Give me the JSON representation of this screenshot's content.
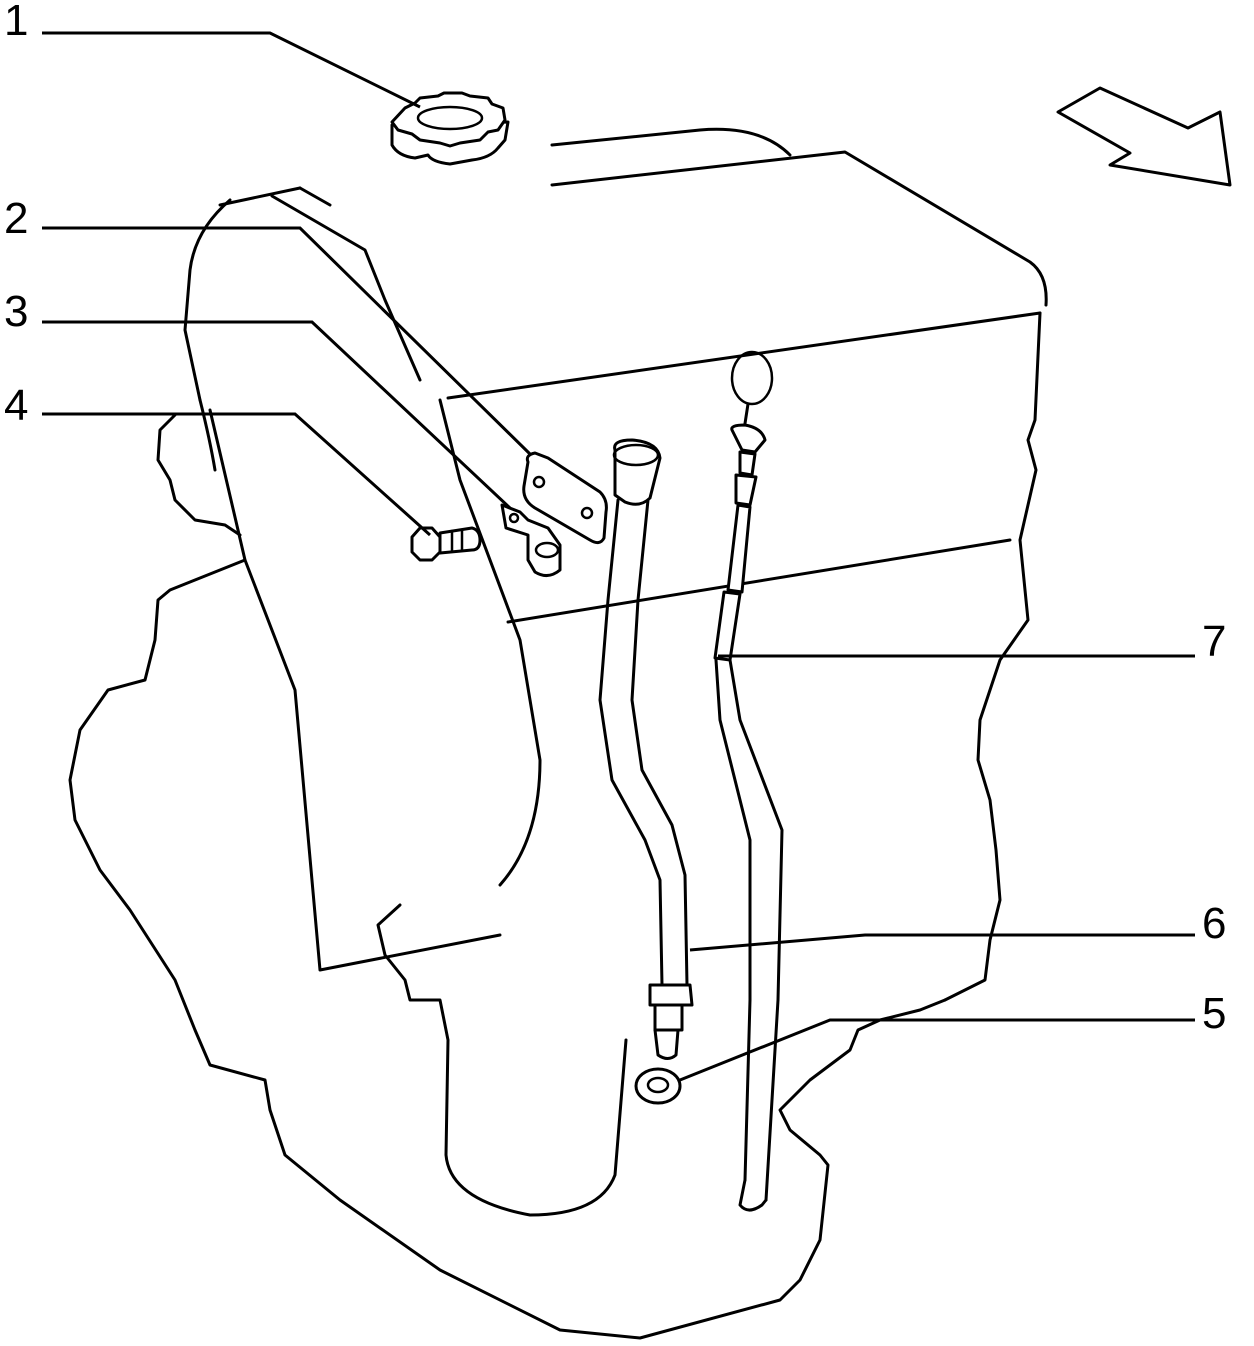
{
  "diagram": {
    "callouts": [
      {
        "id": "c1",
        "number": "1",
        "part": "oil-filler-cap"
      },
      {
        "id": "c2",
        "number": "2",
        "part": "mounting-plate"
      },
      {
        "id": "c3",
        "number": "3",
        "part": "tube-clamp"
      },
      {
        "id": "c4",
        "number": "4",
        "part": "bolt"
      },
      {
        "id": "c5",
        "number": "5",
        "part": "seal-ring"
      },
      {
        "id": "c6",
        "number": "6",
        "part": "dipstick-guide-tube"
      },
      {
        "id": "c7",
        "number": "7",
        "part": "oil-dipstick"
      }
    ],
    "direction_arrow": "travel-direction-arrow",
    "line_color": "#000000",
    "background_color": "#ffffff"
  }
}
